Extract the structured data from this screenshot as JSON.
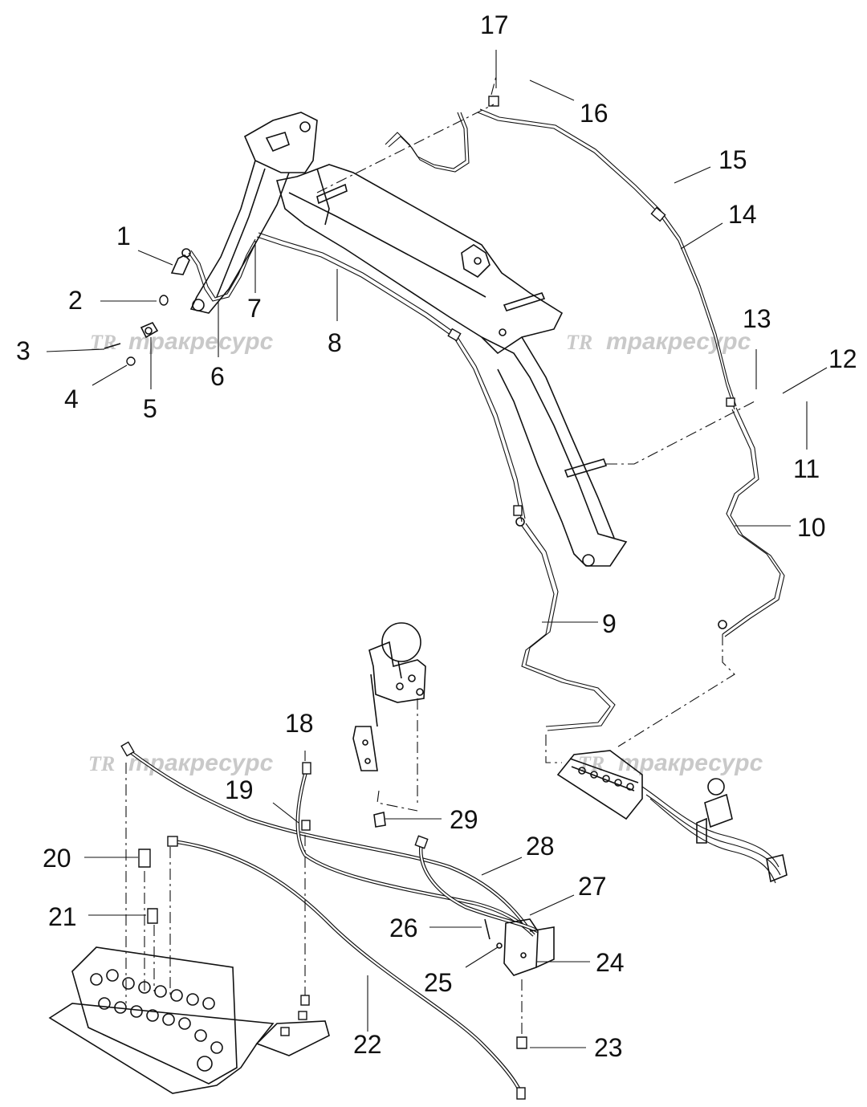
{
  "watermark": "тракресурс",
  "watermark_logo": "TR",
  "callouts": [
    "1",
    "2",
    "3",
    "4",
    "5",
    "6",
    "7",
    "8",
    "9",
    "10",
    "11",
    "12",
    "13",
    "14",
    "15",
    "16",
    "17",
    "18",
    "19",
    "20",
    "21",
    "22",
    "23",
    "24",
    "25",
    "26",
    "27",
    "28",
    "29"
  ]
}
